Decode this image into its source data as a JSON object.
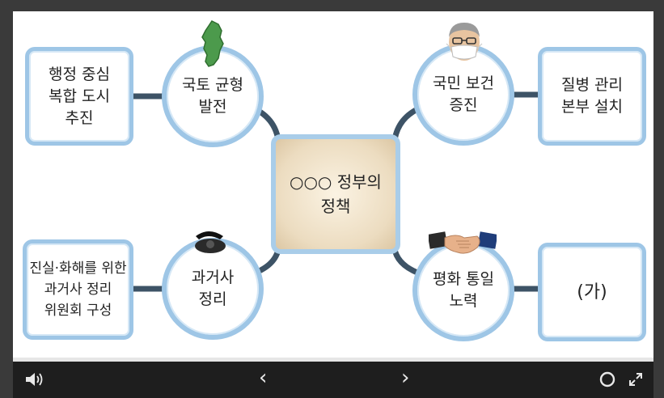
{
  "center": {
    "text": "○○○ 정부의\n정책"
  },
  "top_left": {
    "circle": "국토 균형\n발전",
    "box": "행정 중심\n복합 도시\n추진"
  },
  "top_right": {
    "circle": "국민 보건\n증진",
    "box": "질병 관리\n본부 설치"
  },
  "bottom_left": {
    "circle": "과거사\n정리",
    "box": "진실·화해를 위한\n과거사 정리\n위원회 구성"
  },
  "bottom_right": {
    "circle": "평화 통일\n노력",
    "box": "(가)"
  },
  "player": {
    "volume_icon": "speaker-icon",
    "prev_label": "‹",
    "next_label": "›",
    "fullscreen_icon": "expand-icon",
    "progress": 1.0
  },
  "colors": {
    "accent_border": "#9ec6e6",
    "connector": "#3d5366",
    "control_bar": "#1e1e1e"
  }
}
